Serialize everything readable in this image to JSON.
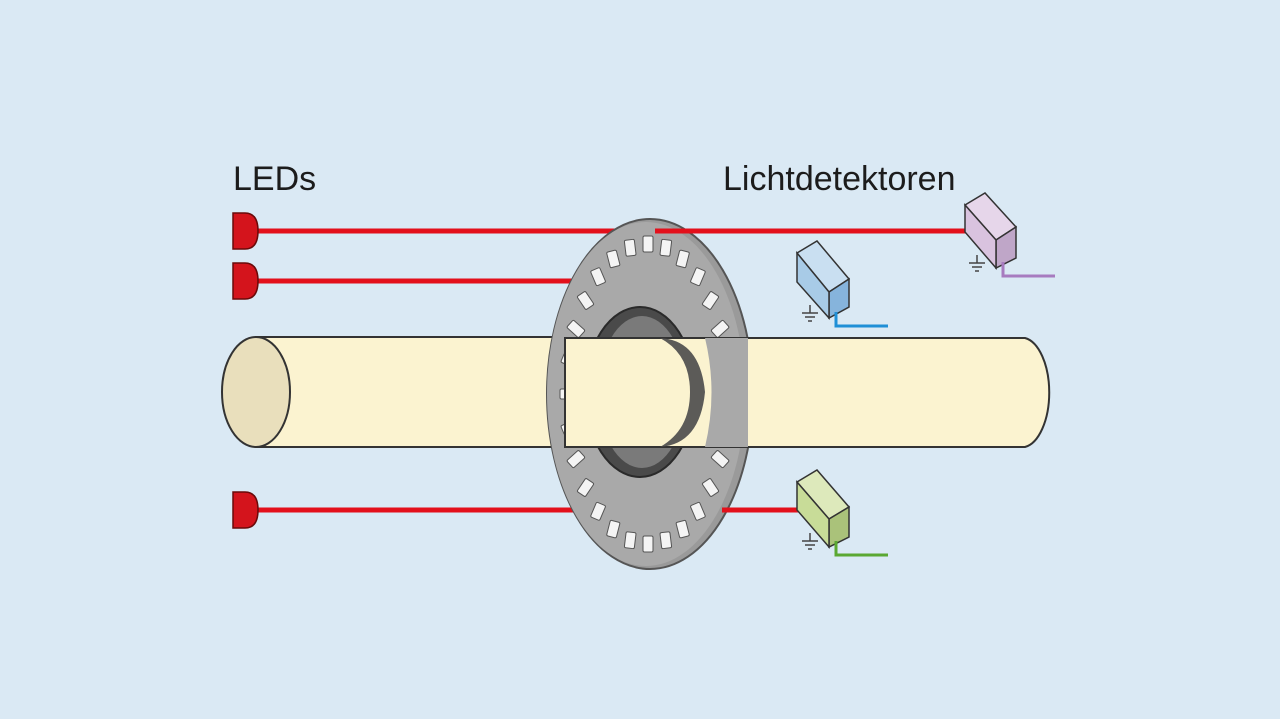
{
  "labels": {
    "leds": "LEDs",
    "detectors": "Lichtdetektoren"
  },
  "colors": {
    "background": "#dae9f4",
    "beam": "#e3101b",
    "led": "#d4141c",
    "shaft": "#fbf3d0",
    "shaft_end": "#e9dfbc",
    "disc": "#a9a9a9",
    "detector_top": "#d9c3df",
    "detector_middle": "#a8cbe7",
    "detector_bottom": "#c8dc98",
    "wire_top": "#a77bbf",
    "wire_middle": "#1f8fd6",
    "wire_bottom": "#5aa832"
  },
  "components": {
    "leds": [
      "led-top",
      "led-middle",
      "led-bottom"
    ],
    "detectors": [
      "detector-top",
      "detector-middle",
      "detector-bottom"
    ]
  }
}
